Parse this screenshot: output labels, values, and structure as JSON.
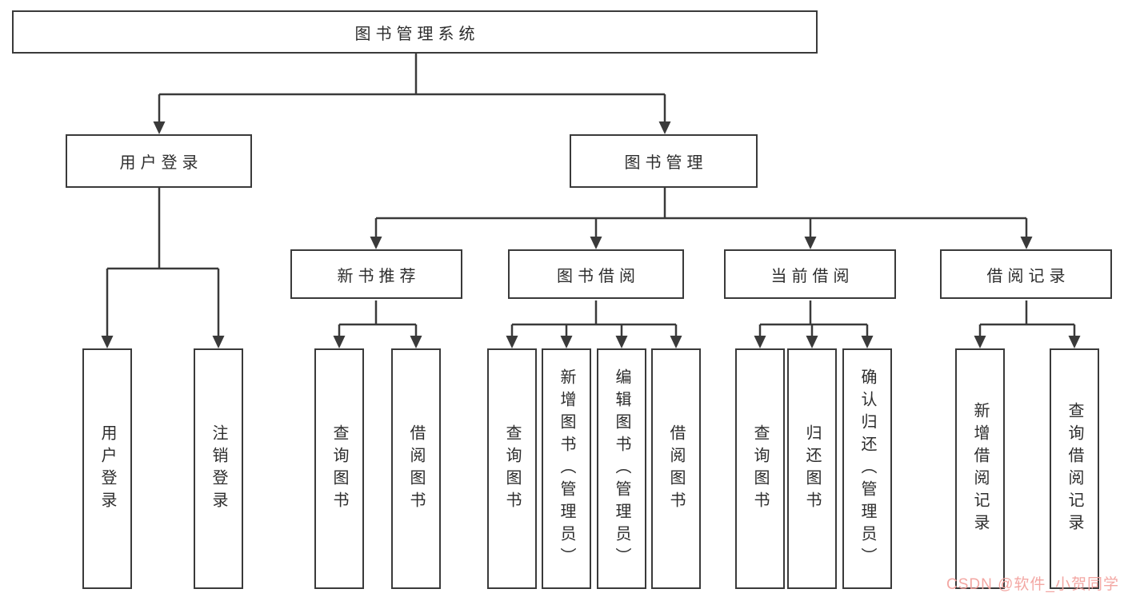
{
  "diagram": {
    "root": {
      "label": "图书管理系统"
    },
    "branches": [
      {
        "label": "用户登录",
        "children": [
          {
            "label": "用户登录"
          },
          {
            "label": "注销登录"
          }
        ]
      },
      {
        "label": "图书管理",
        "children": [
          {
            "label": "新书推荐",
            "children": [
              {
                "label": "查询图书"
              },
              {
                "label": "借阅图书"
              }
            ]
          },
          {
            "label": "图书借阅",
            "children": [
              {
                "label": "查询图书"
              },
              {
                "label": "新增图书（管理员）"
              },
              {
                "label": "编辑图书（管理员）"
              },
              {
                "label": "借阅图书"
              }
            ]
          },
          {
            "label": "当前借阅",
            "children": [
              {
                "label": "查询图书"
              },
              {
                "label": "归还图书"
              },
              {
                "label": "确认归还（管理员）"
              }
            ]
          },
          {
            "label": "借阅记录",
            "children": [
              {
                "label": "新增借阅记录"
              },
              {
                "label": "查询借阅记录"
              }
            ]
          }
        ]
      }
    ]
  },
  "watermark": {
    "text": "CSDN @软件_小贺同学"
  },
  "colors": {
    "line": "#3a3a3a",
    "text": "#2d2d2d",
    "watermark": "#f2a09c",
    "background": "#ffffff"
  }
}
